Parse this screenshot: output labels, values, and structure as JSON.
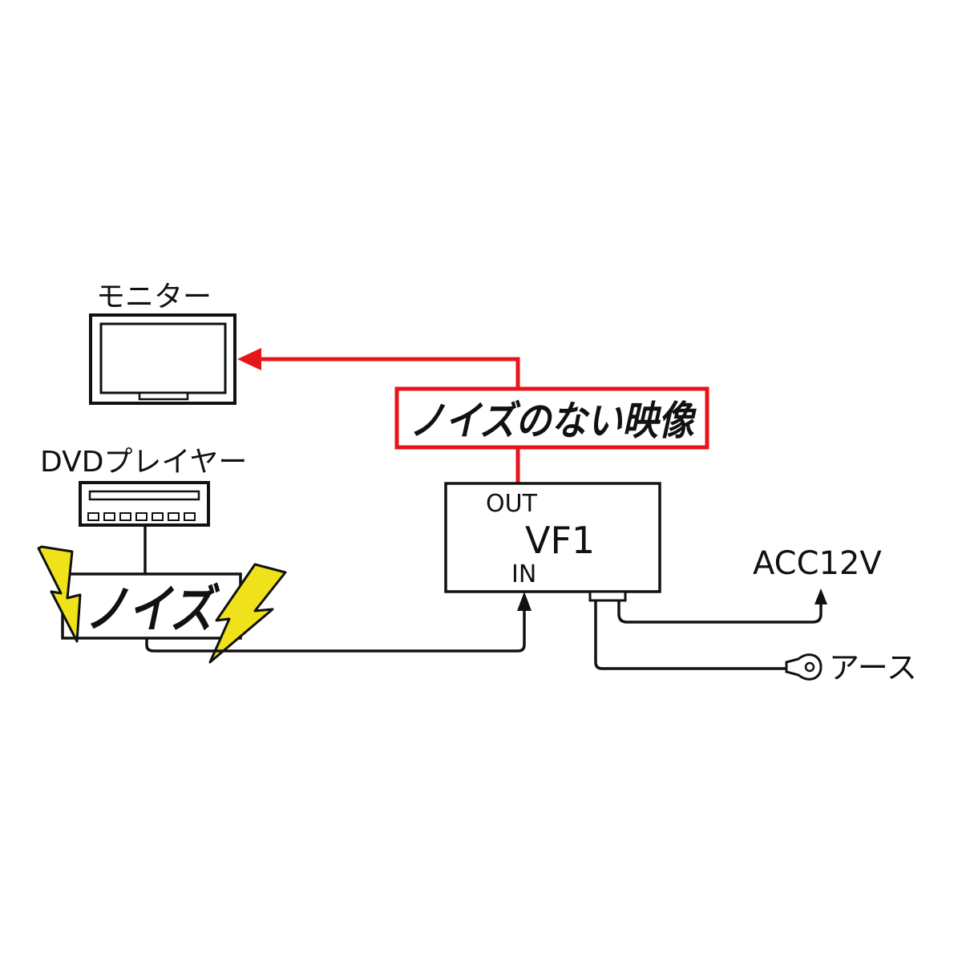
{
  "labels": {
    "monitor": "モニター",
    "dvd_player": "DVDプレイヤー",
    "noise": "ノイズ",
    "noise_free_video": "ノイズのない映像",
    "filter_out": "OUT",
    "filter_name": "VF1",
    "filter_in": "IN",
    "acc": "ACC12V",
    "ground": "アース"
  },
  "colors": {
    "signal_clean": "#e8141b",
    "wire": "#111111",
    "lightning": "#f0e21a"
  },
  "icons": {
    "monitor": "monitor-icon",
    "dvd_player": "dvd-player-icon",
    "lightning": "lightning-icon",
    "ground_terminal": "ground-terminal-icon"
  }
}
